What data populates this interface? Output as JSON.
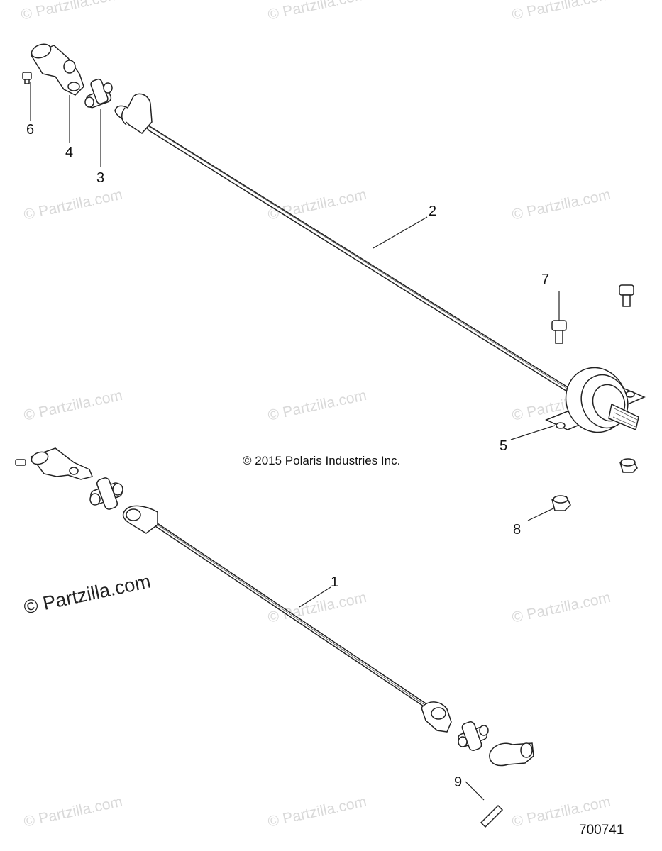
{
  "watermark_text": "© Partzilla.com",
  "watermark_prominent": "© Partzilla.com",
  "copyright": "© 2015 Polaris Industries Inc.",
  "figure_number": "700741",
  "callouts": [
    "1",
    "2",
    "3",
    "4",
    "5",
    "6",
    "7",
    "8",
    "9"
  ]
}
